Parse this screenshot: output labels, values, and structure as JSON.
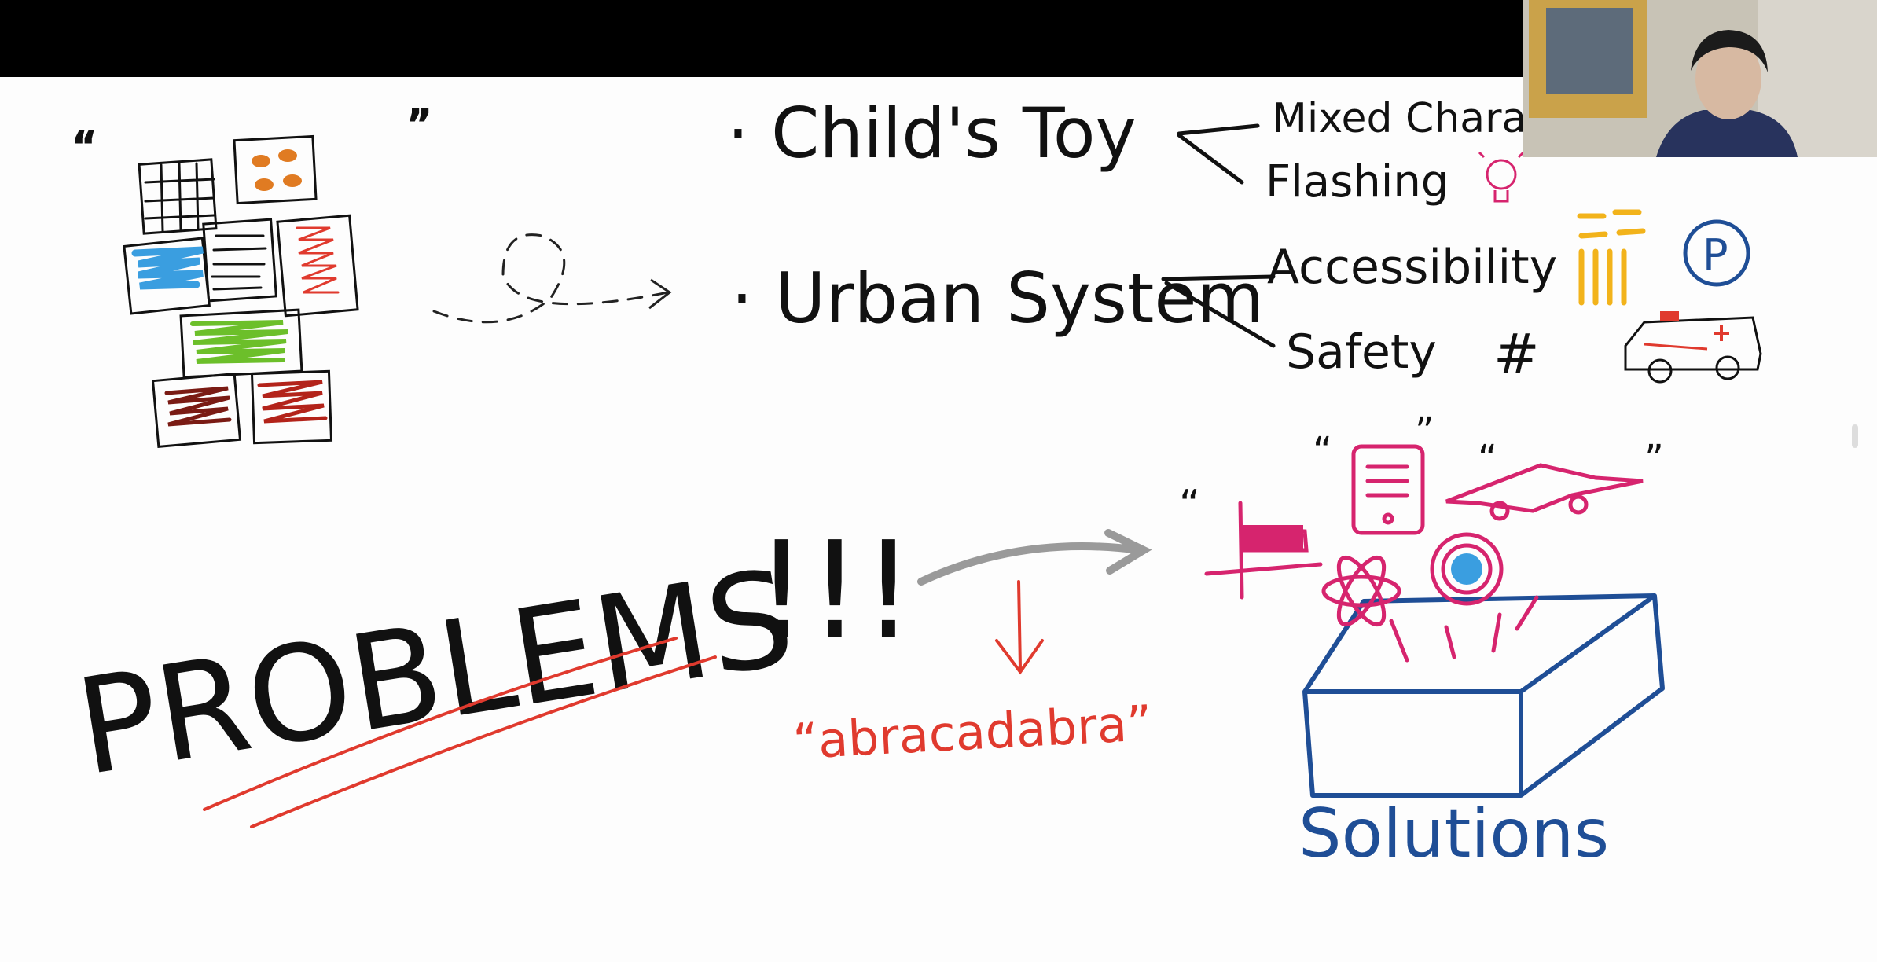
{
  "whiteboard": {
    "quote_open": "“",
    "quote_close": "”",
    "item_1": "· Child's Toy",
    "item_1_note_1": "Mixed Charac",
    "item_1_note_2": "Flashing",
    "item_2": "· Urban System",
    "item_2_note_1": "Accessibility",
    "item_2_note_2": "Safety",
    "hash_symbol": "#",
    "parking_letter": "P",
    "problems": "PROBLEMS",
    "exclamations": "!!!",
    "magic_word": "“abracadabra”",
    "solutions": "Solutions"
  },
  "colors": {
    "ink_black": "#111111",
    "ink_red": "#e03a2e",
    "ink_blue": "#1f4e96",
    "ink_magenta": "#d6246e",
    "ink_green": "#6cbf2a",
    "ink_yellow": "#f2b31b",
    "ink_sky": "#3a9ee0",
    "ink_gray": "#9a9a9a"
  },
  "video_tile": {
    "icon": "participant-video"
  }
}
